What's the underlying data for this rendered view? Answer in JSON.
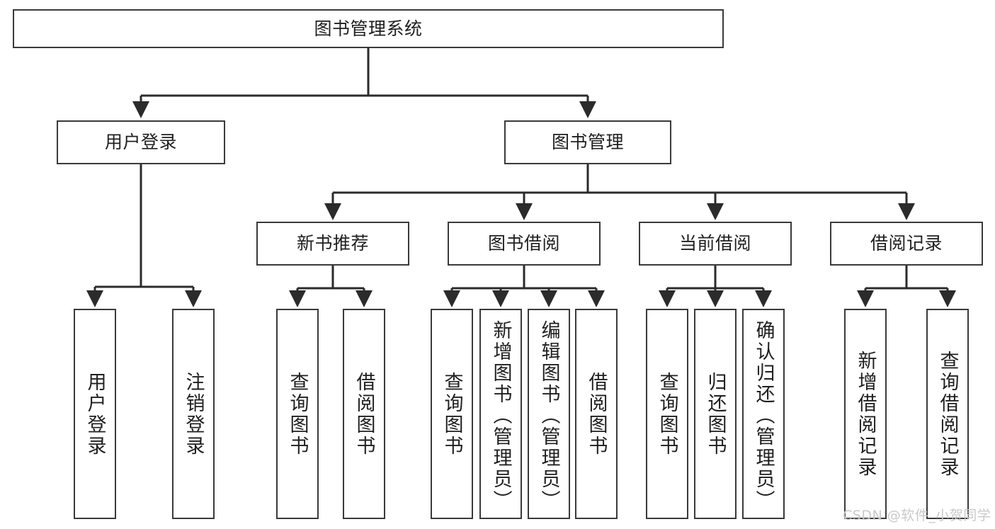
{
  "diagram": {
    "type": "tree-hierarchy",
    "title": "图书管理系统",
    "orientation": "top-down",
    "colors": {
      "box_border": "#3a3a3a",
      "box_fill": "#ffffff",
      "connector": "#2b2b2b",
      "text": "#1f1f1f",
      "watermark": "#c9c9c9",
      "background": "#ffffff"
    },
    "root": {
      "label": "图书管理系统"
    },
    "level2": [
      {
        "label": "用户登录"
      },
      {
        "label": "图书管理"
      }
    ],
    "level3": [
      {
        "label": "新书推荐"
      },
      {
        "label": "图书借阅"
      },
      {
        "label": "当前借阅"
      },
      {
        "label": "借阅记录"
      }
    ],
    "leaves": {
      "user_login": [
        {
          "label": "用户登录"
        },
        {
          "label": "注销登录"
        }
      ],
      "new_book_recommend": [
        {
          "label": "查询图书"
        },
        {
          "label": "借阅图书"
        }
      ],
      "book_borrow": [
        {
          "label": "查询图书"
        },
        {
          "label": "新增图书（管理员）"
        },
        {
          "label": "编辑图书（管理员）"
        },
        {
          "label": "借阅图书"
        }
      ],
      "current_borrow": [
        {
          "label": "查询图书"
        },
        {
          "label": "归还图书"
        },
        {
          "label": "确认归还（管理员）"
        }
      ],
      "borrow_record": [
        {
          "label": "新增借阅记录"
        },
        {
          "label": "查询借阅记录"
        }
      ]
    },
    "watermark": "CSDN @软件_小贺同学"
  }
}
